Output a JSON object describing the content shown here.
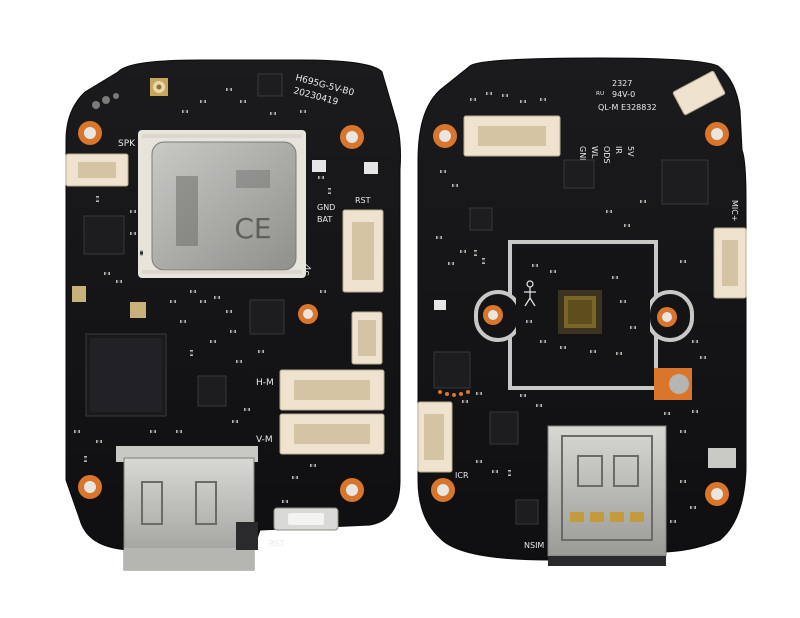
{
  "image": {
    "description_hidden": "",
    "colors": {
      "background": "#ffffff",
      "pcb": "#141416",
      "silkscreen": "#e8e8e8",
      "pad_ring": "#d9762b",
      "shield": "#a9a9a6",
      "connector": "#efe3cf",
      "chip": "#1d1d20"
    }
  },
  "front_board": {
    "model_label": "H695G-5V-B0",
    "date_label": "20230419",
    "labels": {
      "spk": "SPK",
      "gnd": "GND",
      "bat": "BAT",
      "v5": "5V",
      "rst_top": "RST",
      "hm": "H-M",
      "vm": "V-M",
      "rst_bottom": "RST"
    }
  },
  "back_board": {
    "cert_line1": "2327",
    "cert_line2": "94V-0",
    "cert_line3": "QL-M E328832",
    "pin_labels": [
      "GND",
      "WL",
      "ODS",
      "IR",
      "5V"
    ],
    "labels": {
      "mic_plus": "MIC+",
      "icr": "ICR",
      "nsim": "NSIM"
    }
  }
}
